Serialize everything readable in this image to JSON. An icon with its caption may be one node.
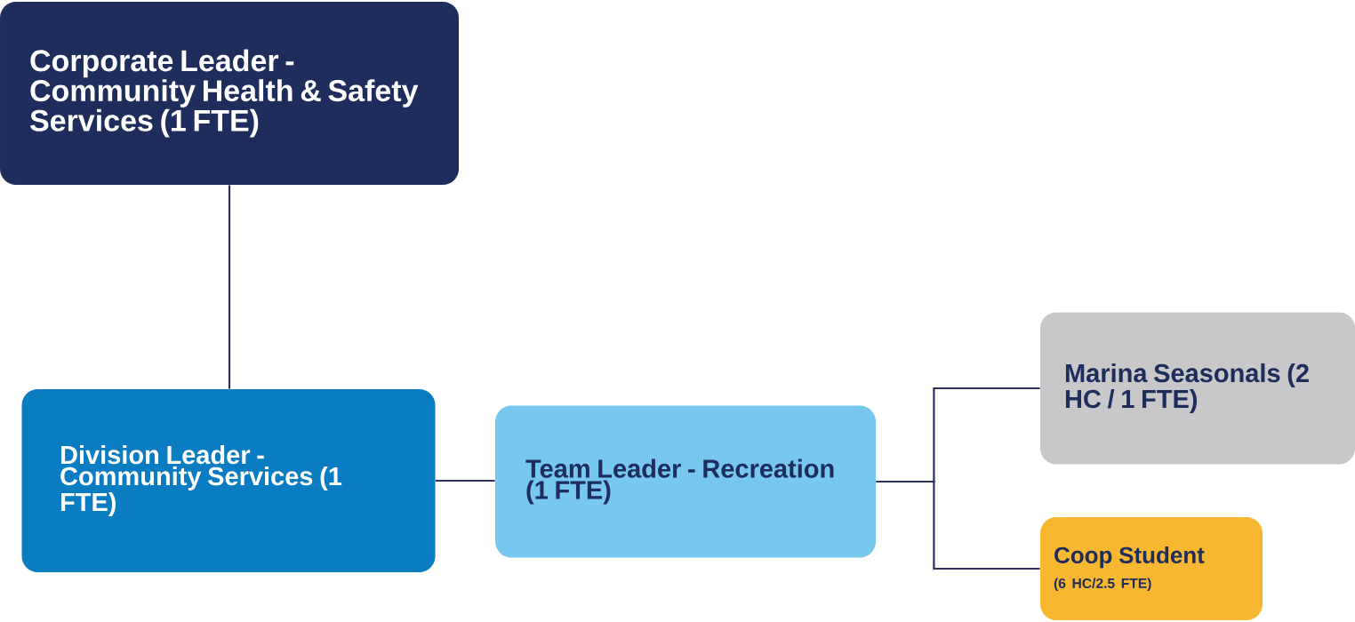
{
  "diagram": {
    "nodes": [
      {
        "text": [
          "Corporate Leader - Community Health & Safety Services (1 FTE)"
        ]
      },
      {
        "text": [
          "Division Leader - Community Services (1 FTE)"
        ]
      },
      {
        "text": [
          "Team Leader - Recreation (1 FTE)"
        ]
      },
      {
        "text": [
          "Marina Seasonals (2 HC / 1 FTE)"
        ]
      },
      {
        "text": [
          "Coop Student",
          "(6 HC/2.5 FTE)"
        ]
      }
    ],
    "edges": [
      {
        "from": 0,
        "to": 1,
        "arrow": "none"
      },
      {
        "from": 1,
        "to": 2,
        "arrow": "none"
      },
      {
        "from": 2,
        "to": 3,
        "arrow": "none"
      },
      {
        "from": 2,
        "to": 4,
        "arrow": "none"
      }
    ]
  }
}
